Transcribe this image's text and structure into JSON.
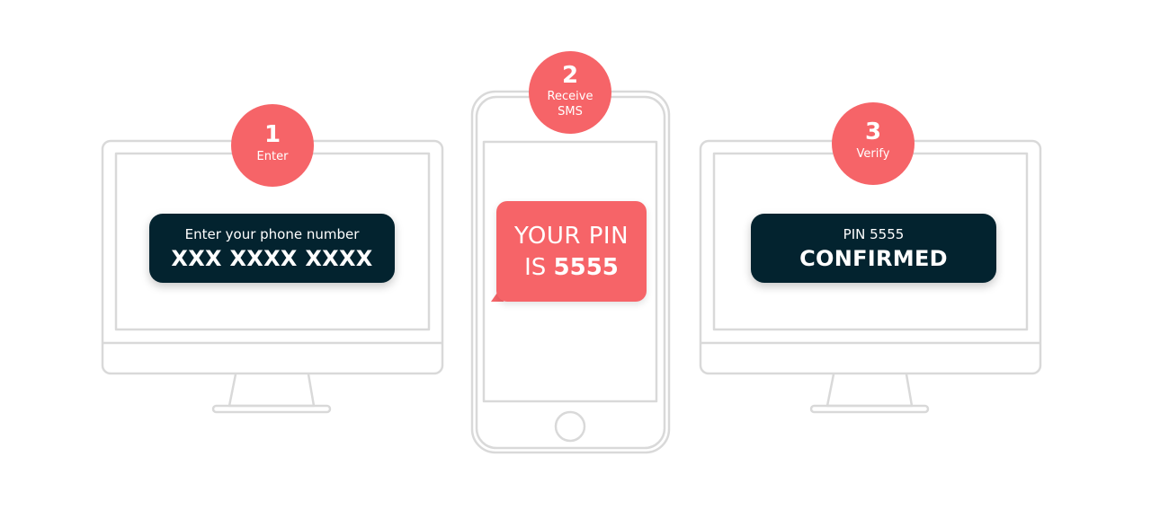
{
  "colors": {
    "accent": "#f66468",
    "dark_card": "#03232f",
    "device_outline": "#d9d9d9",
    "background": "#ffffff"
  },
  "steps": [
    {
      "number": "1",
      "label": "Enter",
      "device": "desktop-monitor",
      "card": {
        "small_text": "Enter your phone number",
        "big_text": "XXX XXXX XXXX"
      }
    },
    {
      "number": "2",
      "label_line1": "Receive",
      "label_line2": "SMS",
      "device": "smartphone",
      "message": {
        "line1": "YOUR PIN",
        "line2_prefix": "IS ",
        "pin": "5555"
      }
    },
    {
      "number": "3",
      "label": "Verify",
      "device": "desktop-monitor",
      "card": {
        "small_text": "PIN 5555",
        "big_text": "CONFIRMED"
      }
    }
  ]
}
